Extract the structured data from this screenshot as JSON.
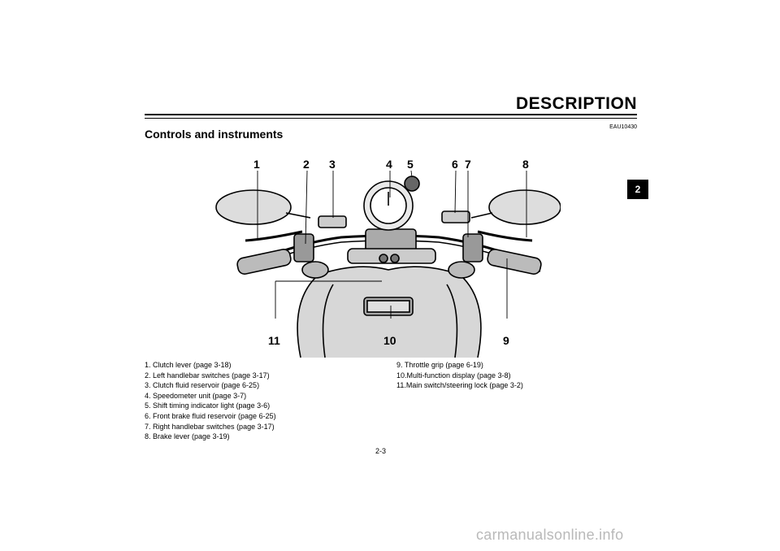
{
  "header": {
    "title": "DESCRIPTION",
    "doc_code": "EAU10430",
    "chapter_tab": "2"
  },
  "section_title": "Controls and instruments",
  "callouts": [
    "1",
    "2",
    "3",
    "4",
    "5",
    "6",
    "7",
    "8",
    "9",
    "10",
    "11"
  ],
  "legend_left": [
    "1.  Clutch lever (page 3-18)",
    "2.  Left handlebar switches (page 3-17)",
    "3.  Clutch fluid reservoir (page 6-25)",
    "4.  Speedometer unit (page 3-7)",
    "5.  Shift timing indicator light (page 3-6)",
    "6.  Front brake fluid reservoir (page 6-25)",
    "7.  Right handlebar switches (page 3-17)",
    "8.  Brake lever (page 3-19)"
  ],
  "legend_right": [
    "9.  Throttle grip (page 6-19)",
    "10.Multi-function display (page 3-8)",
    "11.Main switch/steering lock (page 3-2)"
  ],
  "page_number": "2-3",
  "watermark": "carmanualsonline.info"
}
